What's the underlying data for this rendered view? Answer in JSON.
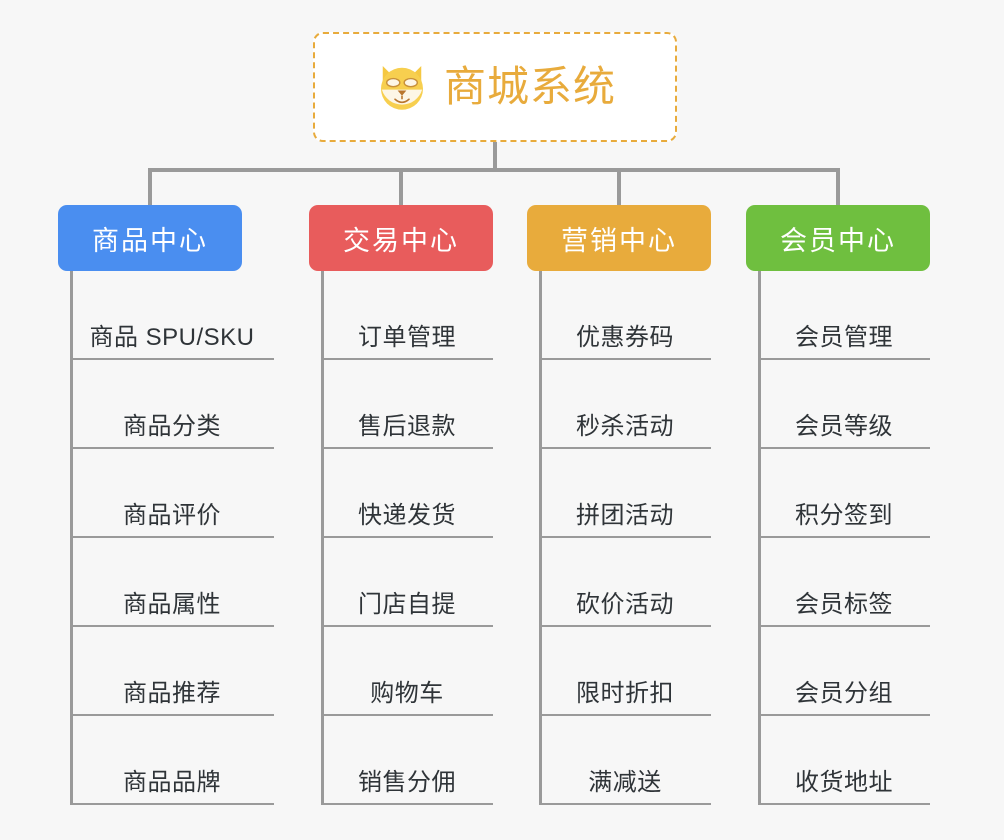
{
  "root": {
    "title": "商城系统",
    "icon": "shiba-dog-face-icon",
    "border_color": "#e8ab3c",
    "text_color": "#e8ab3c",
    "background": "#ffffff"
  },
  "canvas": {
    "background": "#f7f7f7",
    "connector_color": "#9a9a9a"
  },
  "categories": [
    {
      "label": "商品中心",
      "color": "#4a8ef0",
      "items": [
        "商品 SPU/SKU",
        "商品分类",
        "商品评价",
        "商品属性",
        "商品推荐",
        "商品品牌"
      ]
    },
    {
      "label": "交易中心",
      "color": "#e85c5c",
      "items": [
        "订单管理",
        "售后退款",
        "快递发货",
        "门店自提",
        "购物车",
        "销售分佣"
      ]
    },
    {
      "label": "营销中心",
      "color": "#e8ab3c",
      "items": [
        "优惠券码",
        "秒杀活动",
        "拼团活动",
        "砍价活动",
        "限时折扣",
        "满减送"
      ]
    },
    {
      "label": "会员中心",
      "color": "#6fbf3f",
      "items": [
        "会员管理",
        "会员等级",
        "积分签到",
        "会员标签",
        "会员分组",
        "收货地址"
      ]
    }
  ]
}
